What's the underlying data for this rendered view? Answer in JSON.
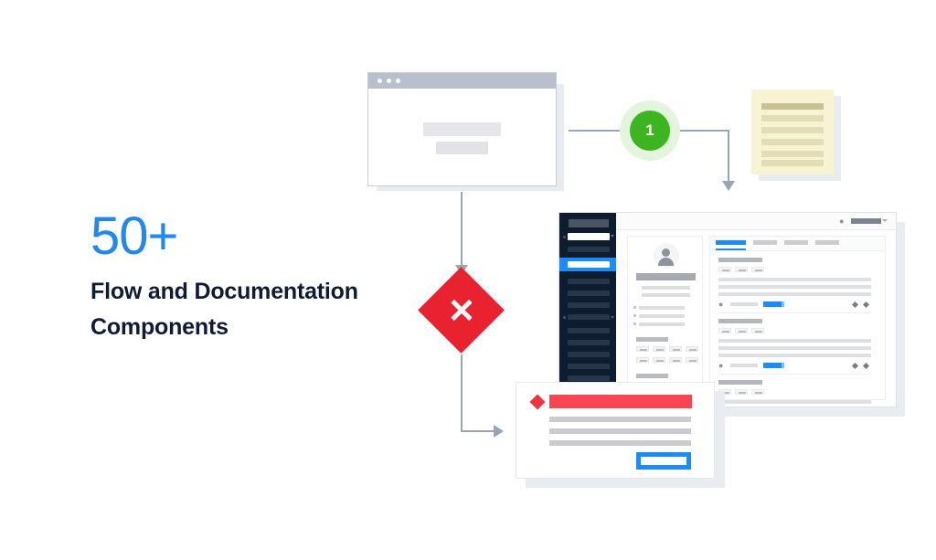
{
  "headline": {
    "count": "50+",
    "subtitle": "Flow and Documentation Components"
  },
  "colors": {
    "accent_blue": "#2288ee",
    "ui_blue": "#1a8cff",
    "headline_navy": "#0d1b35",
    "success_green": "#3cb521",
    "success_green_halo": "#e4f5de",
    "error_red": "#e8222e",
    "dialog_red": "#f94551",
    "sidebar_navy": "#0e1c2f",
    "note_yellow": "#f7f3d3",
    "connector_gray": "#9aa4b2"
  },
  "browser_window": {
    "name": "browser-window-mockup",
    "titlebar_dots": 3,
    "placeholder_bars": 2
  },
  "step_badge": {
    "number": "1"
  },
  "sticky_note": {
    "name": "document-note",
    "lines": 6
  },
  "decision_node": {
    "name": "error-decision-diamond",
    "glyph": "x"
  },
  "dashboard": {
    "header": {
      "user_icon": "●",
      "has_caret": true
    },
    "sidebar": {
      "logo": true,
      "search_field": true,
      "items_above_active": 1,
      "active_index": 0,
      "items_below_active": 10
    },
    "profile_card": {
      "avatar": "person-silhouette",
      "name_bar": true,
      "detail_lines": 2,
      "bullet_lines": 3,
      "section_headers": 2,
      "chip_rows": 2,
      "chips_per_row": 4,
      "footer_icons": 4
    },
    "content_panel": {
      "tabs": [
        {
          "label": "",
          "active": true
        },
        {
          "label": "",
          "active": false
        },
        {
          "label": "",
          "active": false
        },
        {
          "label": "",
          "active": false
        }
      ],
      "list_items": [
        {
          "title_bar": true,
          "chips": 3,
          "text_lines": 3,
          "progress": true,
          "actions": 2
        },
        {
          "title_bar": true,
          "chips": 3,
          "text_lines": 3,
          "progress": true,
          "actions": 2
        },
        {
          "title_bar": true,
          "chips": 3,
          "text_lines": 3,
          "progress": true,
          "actions": 2
        }
      ]
    }
  },
  "error_dialog": {
    "icon": "red-diamond",
    "title_bar": true,
    "body_lines": 3,
    "button": true
  }
}
